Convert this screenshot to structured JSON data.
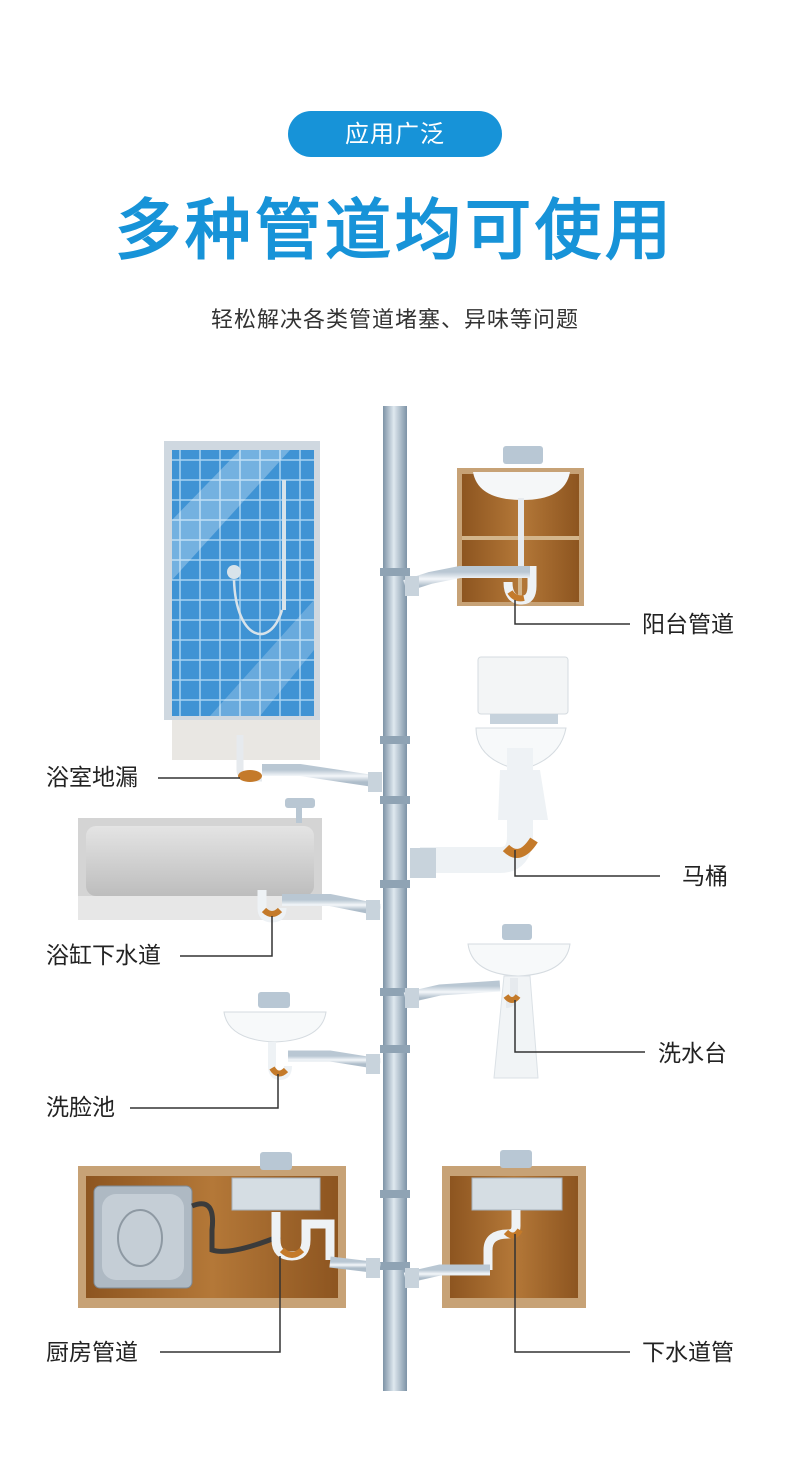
{
  "badge": {
    "text": "应用广泛"
  },
  "headline": {
    "title": "多种管道均可使用",
    "subtitle": "轻松解决各类管道堵塞、异味等问题"
  },
  "labels": {
    "balcony": "阳台管道",
    "shower_drain": "浴室地漏",
    "toilet": "马桶",
    "bathtub": "浴缸下水道",
    "wash_basin": "洗水台",
    "face_basin": "洗脸池",
    "kitchen": "厨房管道",
    "drain_pipe": "下水道管"
  },
  "colors": {
    "accent": "#1793d8",
    "pipe": "#9fb3c4",
    "cabinet": "#a8692c",
    "tile": "#3a8fd0",
    "clog": "#c47a2a"
  }
}
